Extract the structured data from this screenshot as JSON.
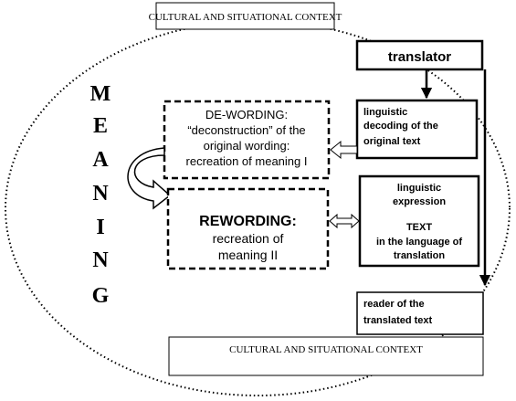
{
  "context_top": "CULTURAL AND SITUATIONAL CONTEXT",
  "context_bottom": "CULTURAL AND SITUATIONAL CONTEXT",
  "meaning_letters": [
    "M",
    "E",
    "A",
    "N",
    "I",
    "N",
    "G"
  ],
  "translator": "translator",
  "decoding": {
    "line1": "linguistic",
    "line2": "decoding of the",
    "line3": "original text"
  },
  "dewording": {
    "line1": "DE-WORDING:",
    "line2": "“deconstruction” of the",
    "line3": "original wording:",
    "line4": "recreation of meaning I"
  },
  "rewording": {
    "line1": "REWORDING:",
    "line2": "recreation of",
    "line3": "meaning II"
  },
  "expression": {
    "line1": "linguistic",
    "line2": "expression",
    "line3": "TEXT",
    "line4": "in the language of",
    "line5": "translation"
  },
  "reader": {
    "line1": "reader of the",
    "line2": "translated text"
  }
}
